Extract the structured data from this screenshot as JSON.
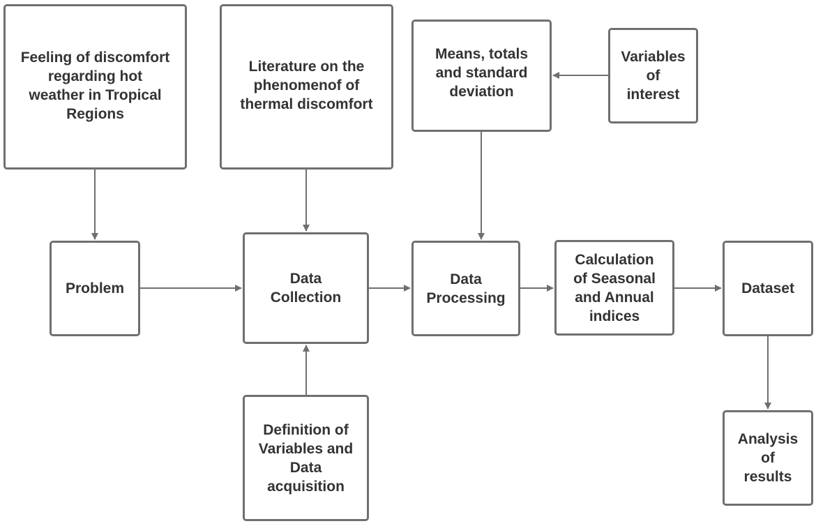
{
  "diagram": {
    "nodes": {
      "feeling": "Feeling of discomfort\nregarding hot\nweather in Tropical\nRegions",
      "literature": "Literature on the\nphenomenof of\nthermal discomfort",
      "means": "Means, totals\nand standard\ndeviation",
      "variables": "Variables\nof\ninterest",
      "problem": "Problem",
      "collection": "Data\nCollection",
      "processing": "Data\nProcessing",
      "calculation": "Calculation\nof Seasonal\nand Annual\nindices",
      "dataset": "Dataset",
      "definition": "Definition of\nVariables and\nData\nacquisition",
      "analysis": "Analysis\nof\nresults"
    },
    "edges": [
      {
        "from": "feeling",
        "to": "problem"
      },
      {
        "from": "literature",
        "to": "collection"
      },
      {
        "from": "variables",
        "to": "means"
      },
      {
        "from": "means",
        "to": "processing"
      },
      {
        "from": "problem",
        "to": "collection"
      },
      {
        "from": "collection",
        "to": "processing"
      },
      {
        "from": "processing",
        "to": "calculation"
      },
      {
        "from": "calculation",
        "to": "dataset"
      },
      {
        "from": "definition",
        "to": "collection"
      },
      {
        "from": "dataset",
        "to": "analysis"
      }
    ],
    "colors": {
      "border": "#6f6f6f",
      "text": "#333333",
      "connector": "#6f6f6f"
    }
  }
}
